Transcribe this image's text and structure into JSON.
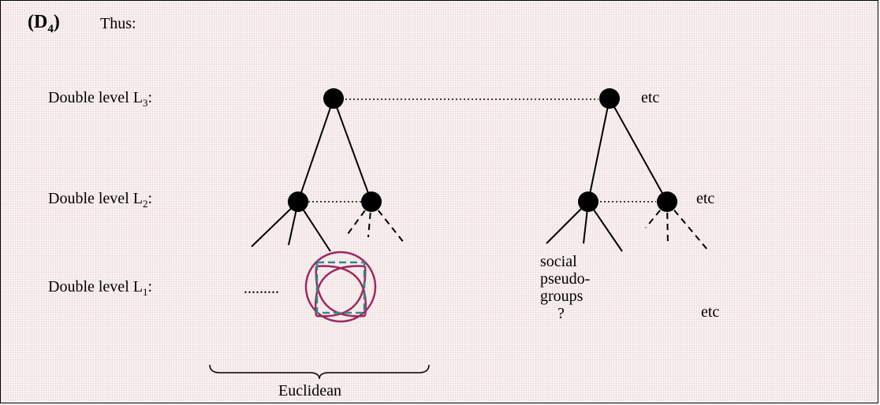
{
  "header": {
    "label": "D",
    "label_sub": "4",
    "intro": "Thus:"
  },
  "levels": [
    {
      "prefix": "Double level L",
      "sub": "3",
      "suffix": ":"
    },
    {
      "prefix": "Double level L",
      "sub": "2",
      "suffix": ":"
    },
    {
      "prefix": "Double level L",
      "sub": "1",
      "suffix": ":"
    }
  ],
  "annotations": {
    "etc_l3": "etc",
    "etc_l2": "etc",
    "etc_l1": "etc",
    "dots_l1": "........."
  },
  "social_label": [
    "social",
    "pseudo-",
    "groups",
    "?"
  ],
  "brace_label": "Euclidean",
  "colors": {
    "node": "#000000",
    "circle": "#9b2a5e",
    "square": "#2e8b8b",
    "background": "#fbf3f3"
  }
}
